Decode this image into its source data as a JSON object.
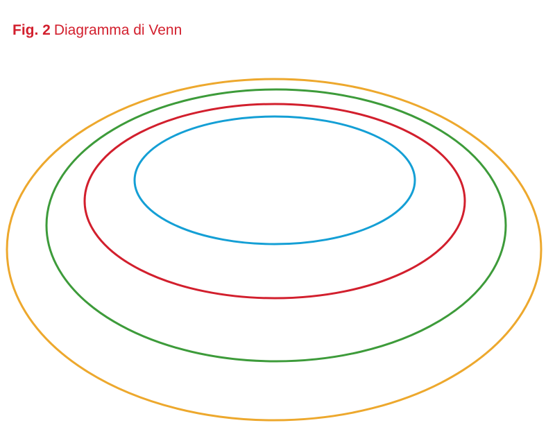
{
  "caption": {
    "label": "Fig. 2",
    "title": "Diagramma di Venn"
  },
  "colors": {
    "caption": "#d21f2d",
    "sets": [
      "#eda82d",
      "#3d9b3a",
      "#d21f2d",
      "#149fd5"
    ]
  },
  "diagram": {
    "type": "nested-venn",
    "sets": [
      {
        "level": 1,
        "color": "#eda82d"
      },
      {
        "level": 2,
        "color": "#3d9b3a"
      },
      {
        "level": 3,
        "color": "#d21f2d"
      },
      {
        "level": 4,
        "color": "#149fd5"
      }
    ]
  }
}
